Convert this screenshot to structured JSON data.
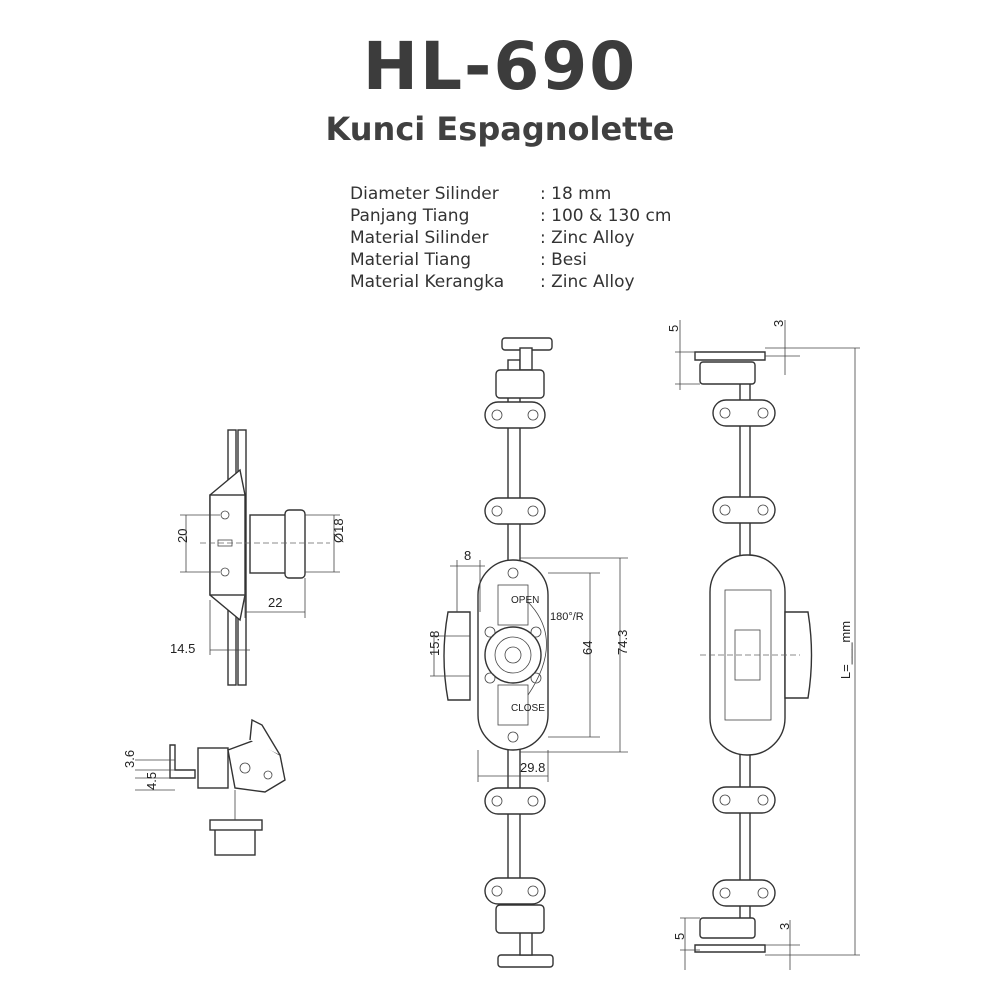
{
  "header": {
    "title": "HL-690",
    "subtitle": "Kunci Espagnolette"
  },
  "specs": [
    {
      "label": "Diameter Silinder",
      "value": ": 18 mm"
    },
    {
      "label": "Panjang Tiang",
      "value": ": 100 & 130 cm"
    },
    {
      "label": "Material Silinder",
      "value": ": Zinc Alloy"
    },
    {
      "label": "Material Tiang",
      "value": ": Besi"
    },
    {
      "label": "Material Kerangka",
      "value": ": Zinc Alloy"
    }
  ],
  "side_view": {
    "dim_height": "20",
    "dim_diameter": "Ø18",
    "dim_depth": "22",
    "dim_offset": "14.5"
  },
  "detail_view": {
    "dim_a": "3.6",
    "dim_b": "4.5"
  },
  "front_view": {
    "dim_lever": "8",
    "dim_lever_height": "15.8",
    "open_label": "OPEN",
    "rotation_label": "180°/R",
    "close_label": "CLOSE",
    "dim_inner": "64",
    "dim_outer": "74.3",
    "dim_width": "29.8"
  },
  "back_view": {
    "dim_top_left": "5",
    "dim_top_right": "3",
    "dim_bottom_left": "5",
    "dim_bottom_right": "3",
    "length_label": "L=___mm"
  }
}
